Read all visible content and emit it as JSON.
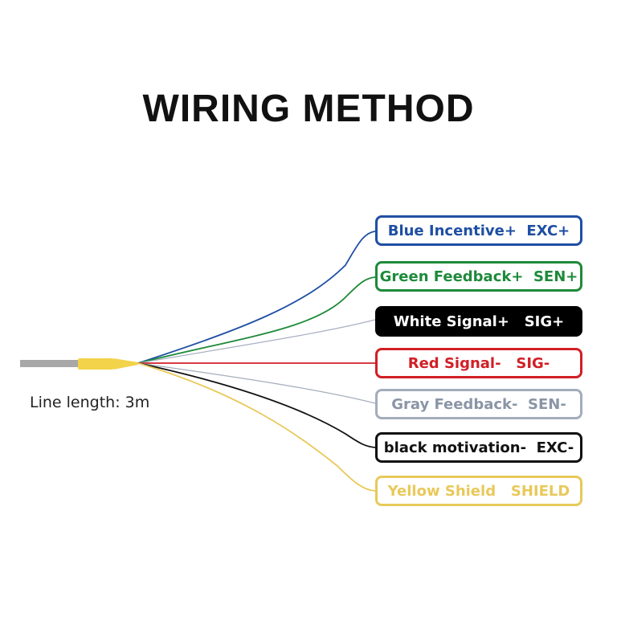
{
  "title": "WIRING METHOD",
  "line_length": "Line length: 3m",
  "cable": {
    "jacket_color": "#a8a8a8",
    "sleeve_color": "#f2d34a"
  },
  "wires": [
    {
      "name": "blue",
      "label": "Blue Incentive+  EXC+",
      "color": "#1f4fa3",
      "text_color": "#1f4fa3",
      "filled": false
    },
    {
      "name": "green",
      "label": "Green Feedback+  SEN+",
      "color": "#1e8a3a",
      "text_color": "#1e8a3a",
      "filled": false
    },
    {
      "name": "white",
      "label": "White Signal+   SIG+",
      "color": "#a9b0c2",
      "text_color": "#ffffff",
      "box_color": "#000000",
      "filled": true
    },
    {
      "name": "red",
      "label": "Red Signal-   SIG-",
      "color": "#d11f26",
      "text_color": "#d11f26",
      "filled": false
    },
    {
      "name": "gray",
      "label": "Gray Feedback-  SEN-",
      "color": "#a3adbb",
      "text_color": "#8a95a6",
      "filled": false
    },
    {
      "name": "black",
      "label": "black motivation-  EXC-",
      "color": "#111111",
      "text_color": "#111111",
      "filled": false
    },
    {
      "name": "yellow",
      "label": "Yellow Shield   SHIELD",
      "color": "#e8c95a",
      "text_color": "#e8c95a",
      "filled": false
    }
  ]
}
